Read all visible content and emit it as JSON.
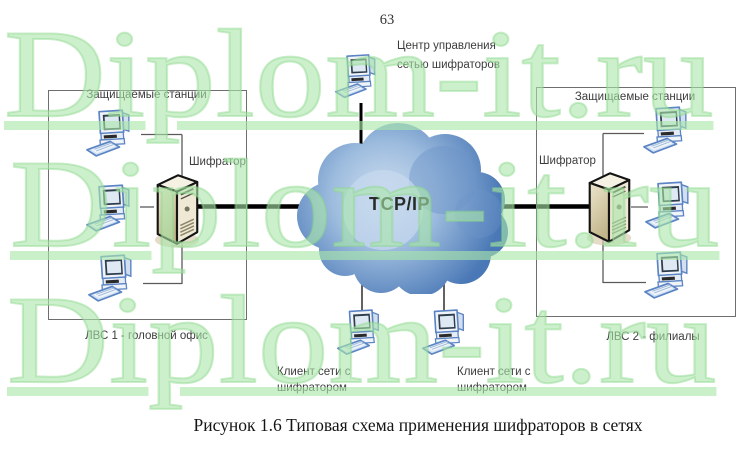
{
  "page": {
    "number": "63",
    "figure_caption": "Рисунок 1.6 Типовая схема применения шифраторов в сетях"
  },
  "watermark": {
    "text": "Diplom-it.ru",
    "rows": 3,
    "color": "#b9e8b9"
  },
  "diagram": {
    "management_center": {
      "label": "Центр управления\nсетью шифраторов",
      "icon": "workstation-icon"
    },
    "cloud": {
      "label": "TCP/IP",
      "edge_color": "#4a78b6",
      "center_color": "#cfdef0"
    },
    "lan1": {
      "title": "Защищаемые станции",
      "encryptor_label": "Шифратор",
      "caption": "ЛВС 1 - головной офис",
      "workstations": 3,
      "encryptor_icon": "server-tower-icon"
    },
    "lan2": {
      "title": "Защищаемые станции",
      "encryptor_label": "Шифратор",
      "caption": "ЛВС 2 - филиалы",
      "workstations": 3,
      "encryptor_icon": "server-tower-icon"
    },
    "clients": [
      {
        "label": "Клиент сети с\nшифратором"
      },
      {
        "label": "Клиент сети с\nшифратором"
      }
    ],
    "colors": {
      "server_body": "#d9cfa9",
      "link_thick": "#000000",
      "link_thin": "#5a5a5a",
      "label_text": "#3c3c3c"
    }
  }
}
